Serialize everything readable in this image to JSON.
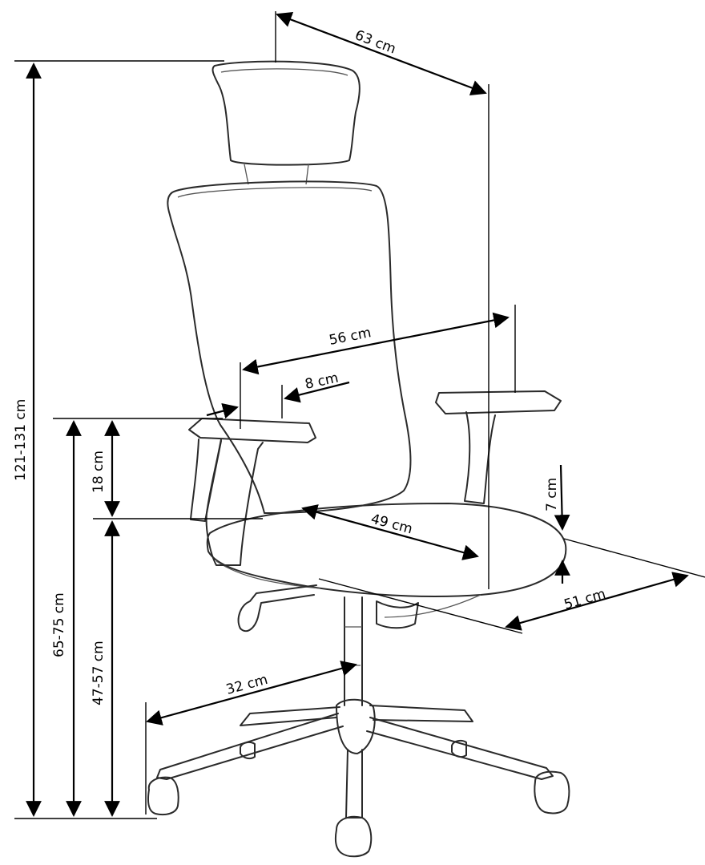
{
  "dimensions": {
    "top_width": "63 cm",
    "total_height": "121-131 cm",
    "armrest_height": "65-75 cm",
    "seat_height": "47-57 cm",
    "armrest_above_seat": "18 cm",
    "armrest_width": "8 cm",
    "width_between_armrests": "56 cm",
    "seat_depth": "49 cm",
    "seat_thickness": "7 cm",
    "seat_width": "51 cm",
    "base_radius": "32 cm"
  },
  "colors": {
    "line": "#000000",
    "background": "#ffffff"
  }
}
